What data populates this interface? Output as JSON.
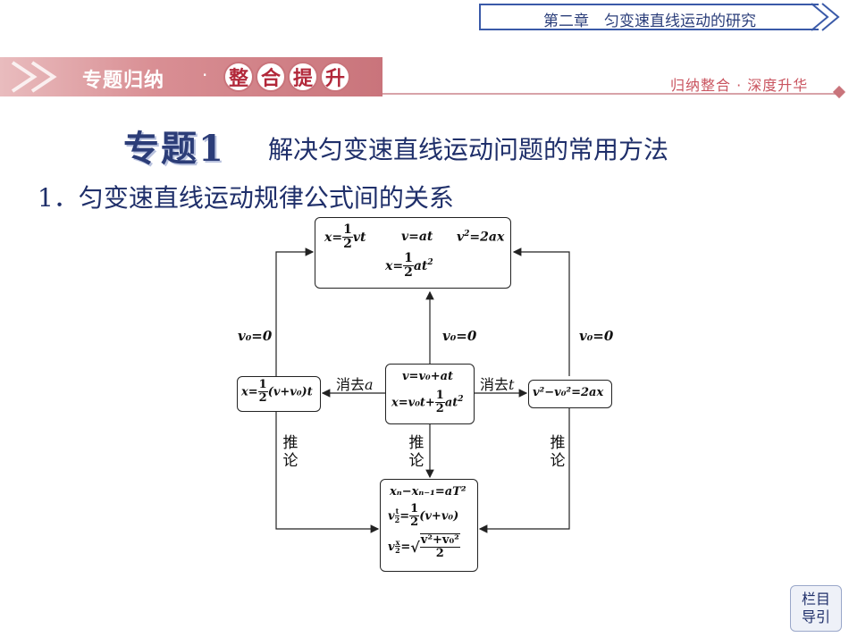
{
  "header": {
    "chapter": "第二章　匀变速直线运动的研究"
  },
  "banner": {
    "text": "专题归纳",
    "dot": "·",
    "circles": [
      "整",
      "合",
      "提",
      "升"
    ],
    "slogan": "归纳整合 · 深度升华"
  },
  "topic": {
    "label": "专题1",
    "title": "解决匀变速直线运动问题的常用方法"
  },
  "section": {
    "heading": "1．匀变速直线运动规律公式间的关系"
  },
  "diagram": {
    "top_box": {
      "f1_left": "x=",
      "f1_num": "1",
      "f1_den": "2",
      "f1_right": "vt",
      "f2": "v=at",
      "f3_base": "v",
      "f3_sup": "2",
      "f3_right": "=2ax",
      "f4_left": "x=",
      "f4_num": "1",
      "f4_den": "2",
      "f4_right": "at",
      "f4_sup": "2"
    },
    "center_box": {
      "line1": "v=v₀+at",
      "line2_left": "x=v₀t+",
      "line2_num": "1",
      "line2_den": "2",
      "line2_right": "at",
      "line2_sup": "2"
    },
    "left_box": {
      "left": "x=",
      "num": "1",
      "den": "2",
      "right": "(v+v₀)t"
    },
    "right_box": {
      "text": "v²−v₀²=2ax"
    },
    "bottom_box": {
      "line1": "xₙ−xₙ₋₁=aT²",
      "line2_left": "v",
      "line2_sub_num": "t",
      "line2_sub_den": "2",
      "line2_eq": "=",
      "line2_num": "1",
      "line2_den": "2",
      "line2_right": "(v+v₀)",
      "line3_left": "v",
      "line3_sub_num": "x",
      "line3_sub_den": "2",
      "line3_eq": "=",
      "line3_num": "v²+v₀²",
      "line3_den": "2"
    },
    "labels": {
      "v0_left": "v₀=0",
      "v0_center": "v₀=0",
      "v0_right": "v₀=0",
      "elim_a_text": "消去",
      "elim_a_var": "a",
      "elim_t_text": "消去",
      "elim_t_var": "t",
      "infer_left": "推论",
      "infer_center": "推论",
      "infer_right": "推论"
    }
  },
  "nav": {
    "line1": "栏目",
    "line2": "导引"
  }
}
